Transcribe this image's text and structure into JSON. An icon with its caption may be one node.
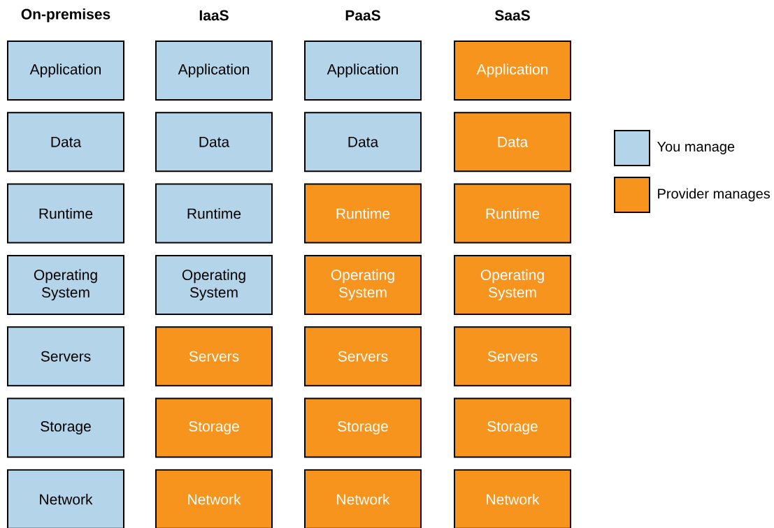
{
  "diagram": {
    "nodes": [
      {
        "text": [
          "Application"
        ]
      },
      {
        "text": [
          "Application"
        ]
      },
      {
        "text": [
          "Application"
        ]
      },
      {
        "text": [
          "Application"
        ]
      },
      {
        "text": [
          "Data"
        ]
      },
      {
        "text": [
          "Data"
        ]
      },
      {
        "text": [
          "Data"
        ]
      },
      {
        "text": [
          "Data"
        ]
      },
      {
        "text": [
          "Runtime"
        ]
      },
      {
        "text": [
          "Runtime"
        ]
      },
      {
        "text": [
          "Runtime"
        ]
      },
      {
        "text": [
          "Runtime"
        ]
      },
      {
        "text": [
          "Operating System"
        ]
      },
      {
        "text": [
          "Operating System"
        ]
      },
      {
        "text": [
          "Operating System"
        ]
      },
      {
        "text": [
          "Operating System"
        ]
      },
      {
        "text": [
          "Servers"
        ]
      },
      {
        "text": [
          "Servers"
        ]
      },
      {
        "text": [
          "Servers"
        ]
      },
      {
        "text": [
          "Servers"
        ]
      },
      {
        "text": [
          "Storage"
        ]
      },
      {
        "text": [
          "Storage"
        ]
      },
      {
        "text": [
          "Storage"
        ]
      },
      {
        "text": [
          "Storage"
        ]
      },
      {
        "text": [
          "Network"
        ]
      },
      {
        "text": [
          "Network"
        ]
      },
      {
        "text": [
          "Network"
        ]
      },
      {
        "text": [
          "Network"
        ]
      }
    ],
    "labels": [
      "On-premises",
      "IaaS",
      "PaaS",
      "SaaS"
    ],
    "legend": [
      {
        "text": "You manage",
        "color": "#b3d4e9"
      },
      {
        "text": "Provider manages",
        "color": "#f7941d"
      }
    ]
  }
}
